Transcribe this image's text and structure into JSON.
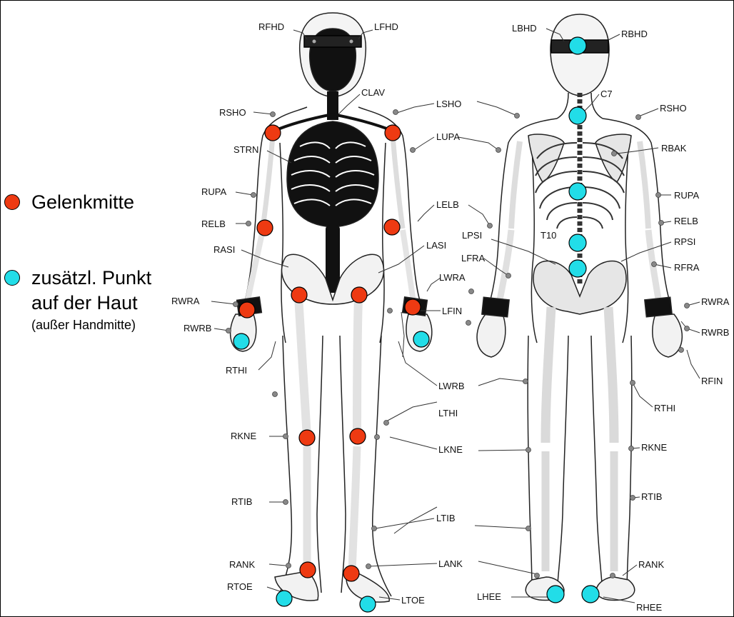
{
  "legend": {
    "joint_center": {
      "label": "Gelenkmitte",
      "color": "#ee3a12"
    },
    "extra_point": {
      "line1": "zusätzl. Punkt",
      "line2": "auf der Haut",
      "note": "(außer Handmitte)",
      "color": "#22dde8"
    }
  },
  "marker_color": "#888888",
  "front_labels": {
    "rfhd": "RFHD",
    "lfhd": "LFHD",
    "clav": "CLAV",
    "rsho": "RSHO",
    "lsho": "LSHO",
    "strn": "STRN",
    "lupa": "LUPA",
    "rupa": "RUPA",
    "lelb": "LELB",
    "relb": "RELB",
    "lasi": "LASI",
    "rasi": "RASI",
    "lwra": "LWRA",
    "rwra": "RWRA",
    "lfin": "LFIN",
    "rwrb": "RWRB",
    "rthi": "RTHI",
    "lwrb": "LWRB",
    "lthi": "LTHI",
    "rkne": "RKNE",
    "lkne": "LKNE",
    "rtib": "RTIB",
    "ltib": "LTIB",
    "rank": "RANK",
    "lank": "LANK",
    "rtoe": "RTOE",
    "ltoe": "LTOE"
  },
  "back_labels": {
    "lbhd": "LBHD",
    "rbhd": "RBHD",
    "c7": "C7",
    "rsho": "RSHO",
    "rbak": "RBAK",
    "rupa": "RUPA",
    "relb": "RELB",
    "lpsi": "LPSI",
    "t10": "T10",
    "rpsi": "RPSI",
    "lfra": "LFRA",
    "rfra": "RFRA",
    "rwra": "RWRA",
    "rwrb": "RWRB",
    "rfin": "RFIN",
    "rthi": "RTHI",
    "rkne": "RKNE",
    "rtib": "RTIB",
    "lhee": "LHEE",
    "rank": "RANK",
    "rhee": "RHEE"
  }
}
